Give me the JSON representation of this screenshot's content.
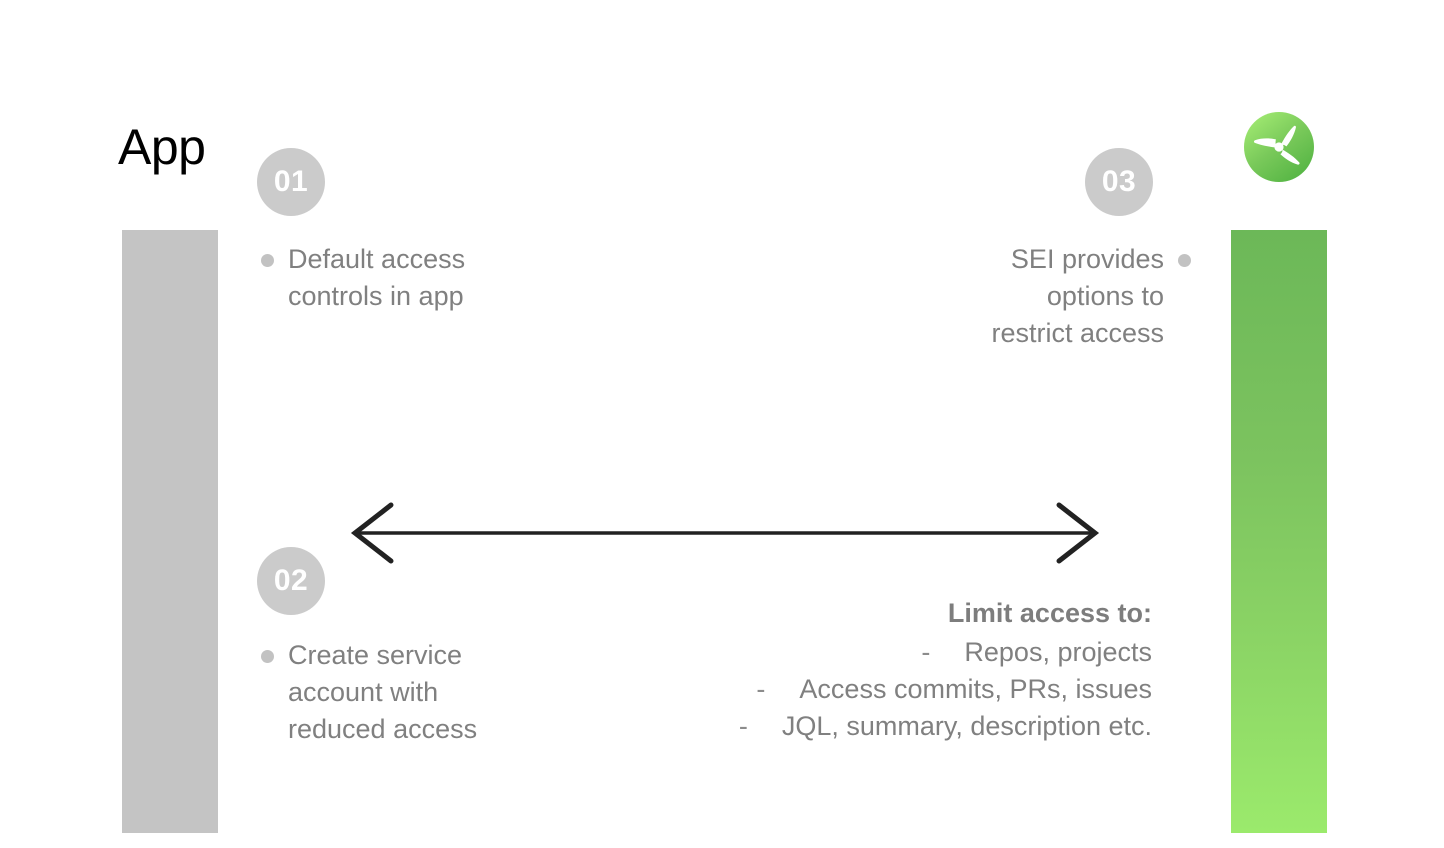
{
  "slide": {
    "title": "App",
    "background_color": "#ffffff"
  },
  "logo": {
    "name": "harness-propeller-logo",
    "circle_gradient_from": "#a8ef74",
    "circle_gradient_to": "#58b845",
    "blade_color": "#ffffff"
  },
  "bars": {
    "left": {
      "name": "gray-bar",
      "color": "#c4c4c4"
    },
    "right": {
      "name": "green-gradient-bar",
      "gradient_top": "#6cb858",
      "gradient_bottom": "#9bea6c"
    }
  },
  "steps": [
    {
      "number": "01",
      "badge_color": "#cbcbcb",
      "align": "left",
      "text": "Default access\ncontrols in app"
    },
    {
      "number": "02",
      "badge_color": "#cbcbcb",
      "align": "left",
      "text": "Create service\naccount with\nreduced access"
    },
    {
      "number": "03",
      "badge_color": "#cbcbcb",
      "align": "right",
      "text": "SEI provides\noptions to\nrestrict access"
    }
  ],
  "arrow": {
    "name": "double-headed-arrow",
    "color": "#222222",
    "direction": "both"
  },
  "limit_list": {
    "heading": "Limit access to:",
    "dash": "-",
    "items": [
      "Repos, projects",
      "Access commits, PRs, issues",
      "JQL, summary, description etc."
    ]
  },
  "text_color": "#808080"
}
